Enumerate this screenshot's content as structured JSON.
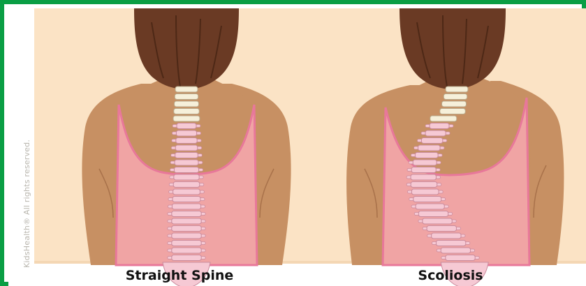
{
  "credit": "KidsHealth® All rights reserved.",
  "panels": [
    {
      "caption": "Straight Spine"
    },
    {
      "caption": "Scoliosis"
    }
  ],
  "colors": {
    "frame": "#0a9e44",
    "background": "#fbe3c5",
    "skin": "#c79063",
    "hair": "#6a3a24",
    "tank_top": "#f0a4a4",
    "tank_trim": "#e8789a",
    "neck_vertebrae": "#f6f0da",
    "spine_vertebrae": "#f6c9d4"
  }
}
